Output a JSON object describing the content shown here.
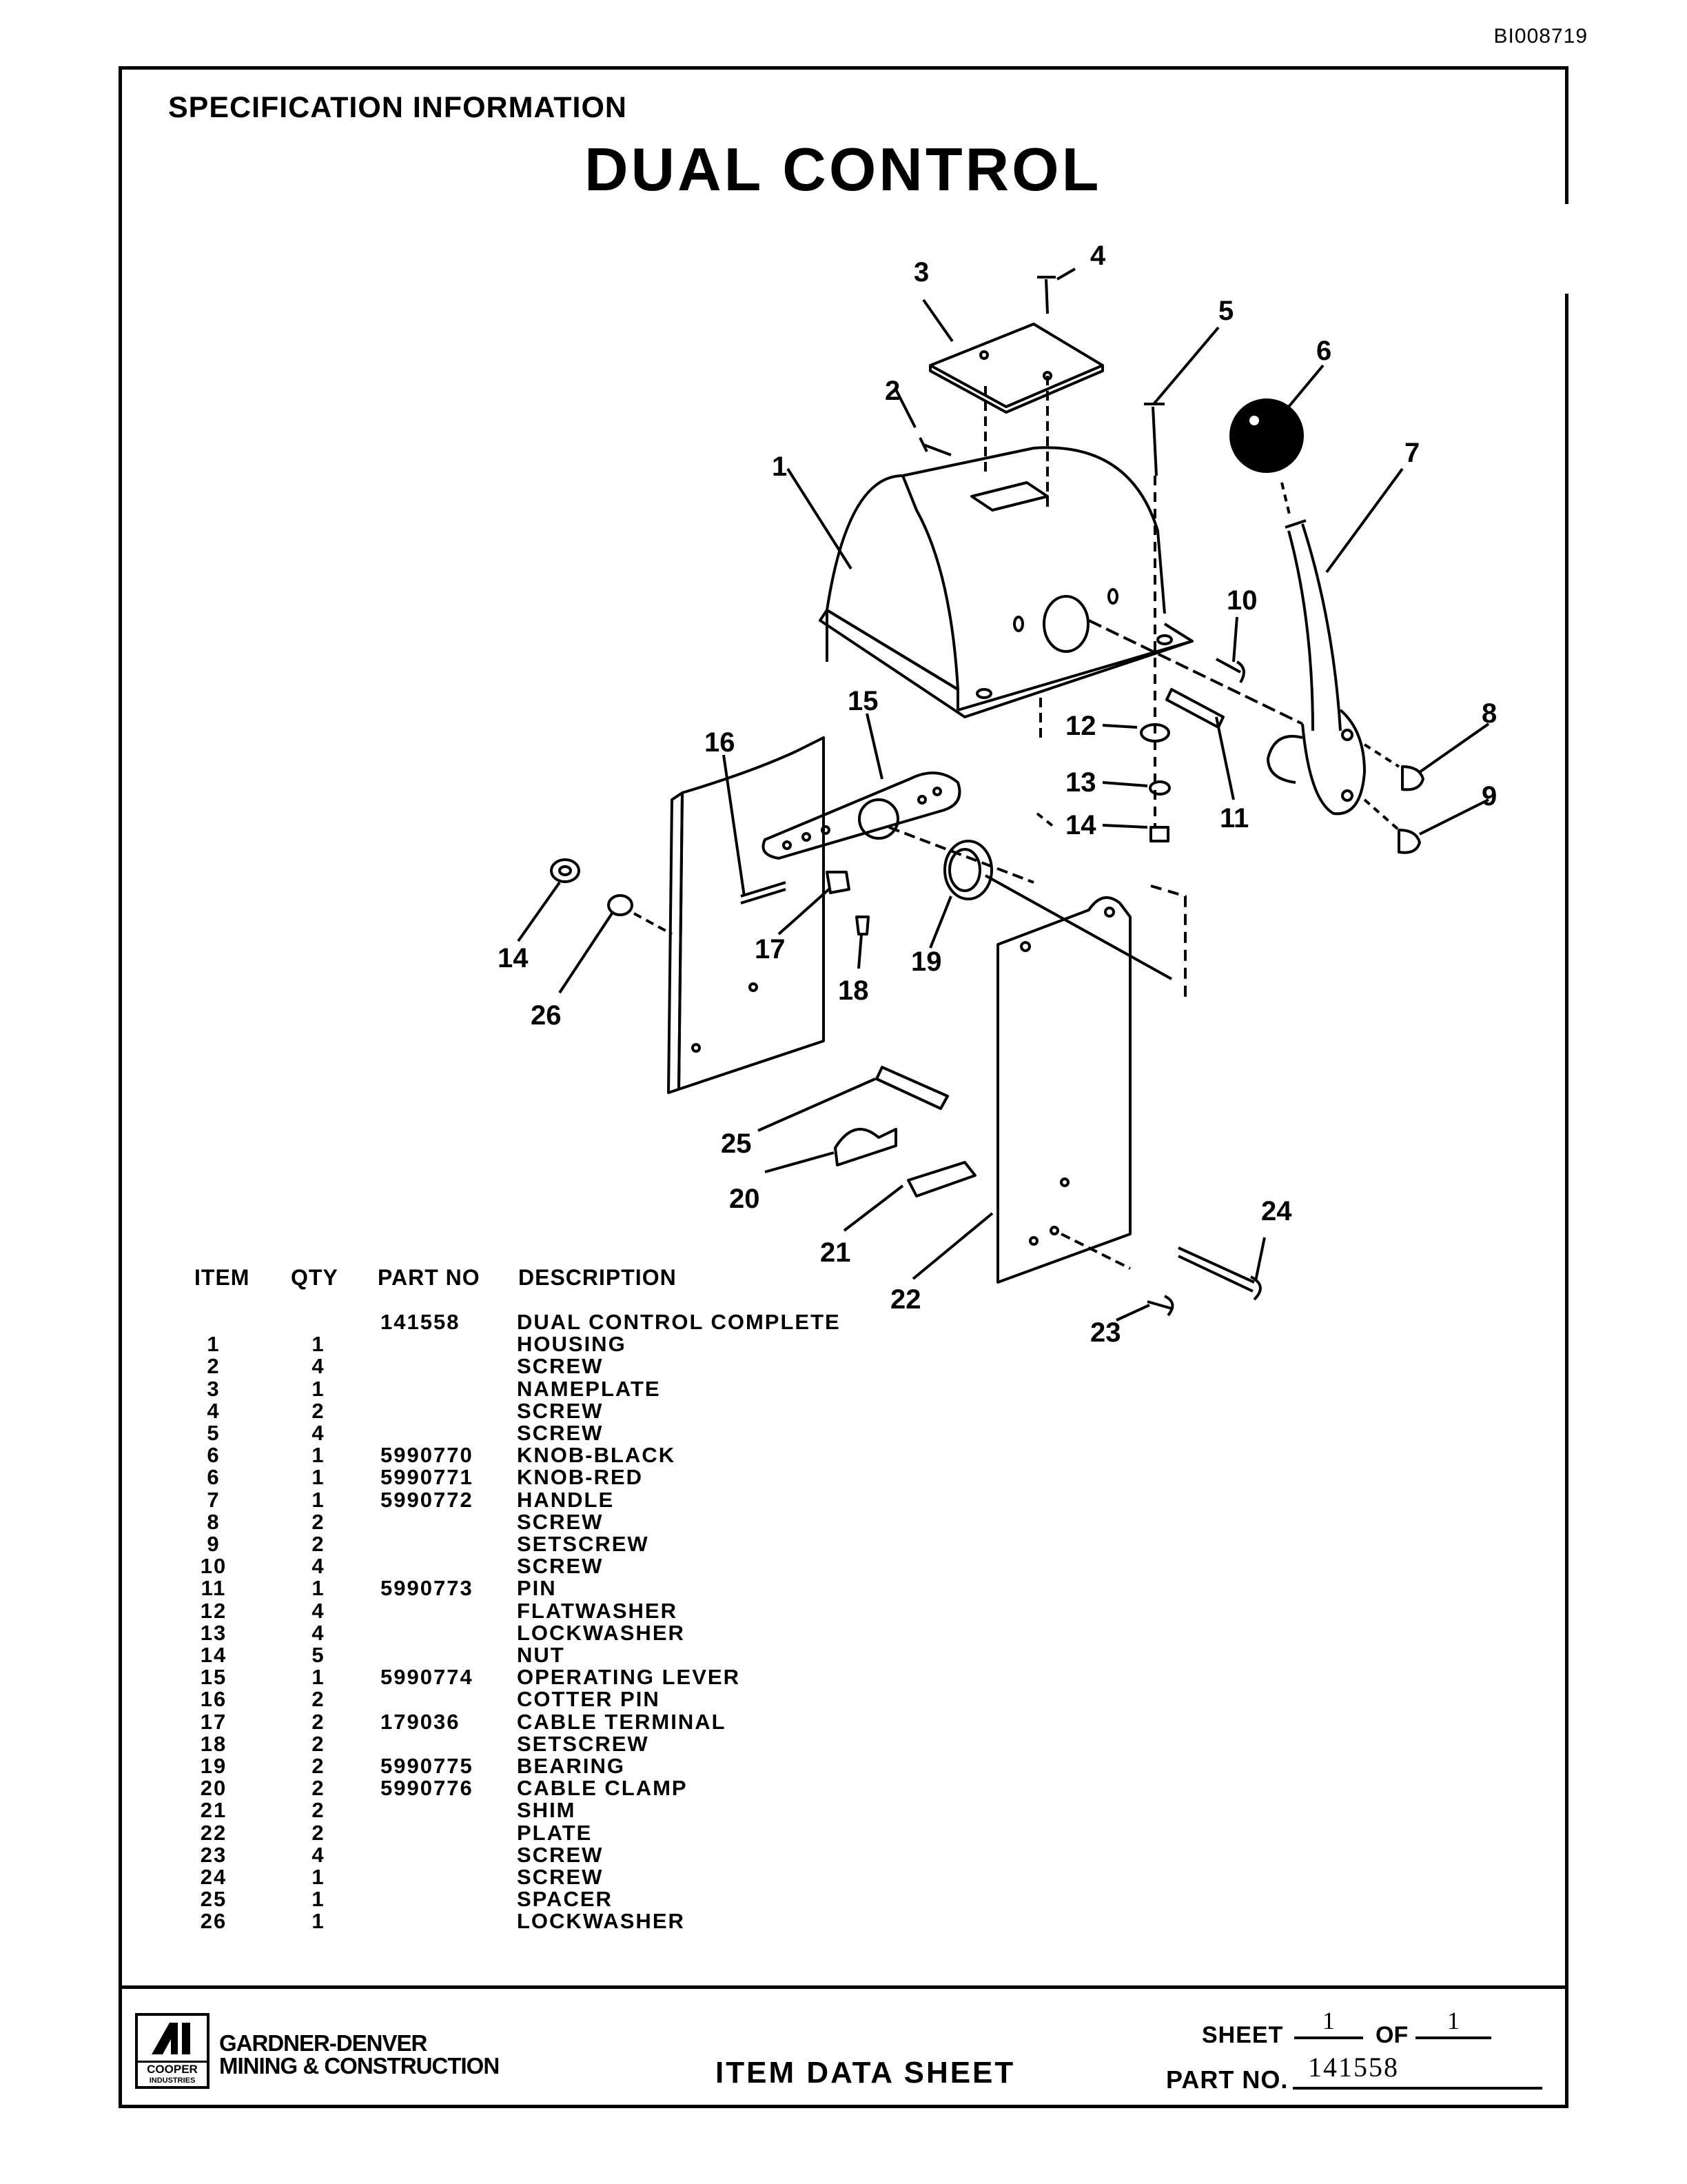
{
  "document_id": "BI008719",
  "header": {
    "section": "SPECIFICATION INFORMATION",
    "title": "DUAL CONTROL"
  },
  "diagram": {
    "callouts": [
      "1",
      "2",
      "3",
      "4",
      "5",
      "6",
      "7",
      "8",
      "9",
      "10",
      "11",
      "12",
      "13",
      "14",
      "14",
      "15",
      "16",
      "17",
      "18",
      "19",
      "20",
      "21",
      "22",
      "23",
      "24",
      "25",
      "26"
    ]
  },
  "parts_table": {
    "headers": {
      "item": "ITEM",
      "qty": "QTY",
      "part_no": "PART NO",
      "description": "DESCRIPTION"
    },
    "assembly": {
      "part_no": "141558",
      "description": "DUAL CONTROL COMPLETE"
    },
    "rows": [
      {
        "item": "1",
        "qty": "1",
        "part_no": "",
        "description": "HOUSING"
      },
      {
        "item": "2",
        "qty": "4",
        "part_no": "",
        "description": "SCREW"
      },
      {
        "item": "3",
        "qty": "1",
        "part_no": "",
        "description": "NAMEPLATE"
      },
      {
        "item": "4",
        "qty": "2",
        "part_no": "",
        "description": "SCREW"
      },
      {
        "item": "5",
        "qty": "4",
        "part_no": "",
        "description": "SCREW"
      },
      {
        "item": "6",
        "qty": "1",
        "part_no": "5990770",
        "description": "KNOB-BLACK"
      },
      {
        "item": "6",
        "qty": "1",
        "part_no": "5990771",
        "description": "KNOB-RED"
      },
      {
        "item": "7",
        "qty": "1",
        "part_no": "5990772",
        "description": "HANDLE"
      },
      {
        "item": "8",
        "qty": "2",
        "part_no": "",
        "description": "SCREW"
      },
      {
        "item": "9",
        "qty": "2",
        "part_no": "",
        "description": "SETSCREW"
      },
      {
        "item": "10",
        "qty": "4",
        "part_no": "",
        "description": "SCREW"
      },
      {
        "item": "11",
        "qty": "1",
        "part_no": "5990773",
        "description": "PIN"
      },
      {
        "item": "12",
        "qty": "4",
        "part_no": "",
        "description": "FLATWASHER"
      },
      {
        "item": "13",
        "qty": "4",
        "part_no": "",
        "description": "LOCKWASHER"
      },
      {
        "item": "14",
        "qty": "5",
        "part_no": "",
        "description": "NUT"
      },
      {
        "item": "15",
        "qty": "1",
        "part_no": "5990774",
        "description": "OPERATING LEVER"
      },
      {
        "item": "16",
        "qty": "2",
        "part_no": "",
        "description": "COTTER PIN"
      },
      {
        "item": "17",
        "qty": "2",
        "part_no": "179036",
        "description": "CABLE TERMINAL"
      },
      {
        "item": "18",
        "qty": "2",
        "part_no": "",
        "description": "SETSCREW"
      },
      {
        "item": "19",
        "qty": "2",
        "part_no": "5990775",
        "description": "BEARING"
      },
      {
        "item": "20",
        "qty": "2",
        "part_no": "5990776",
        "description": "CABLE CLAMP"
      },
      {
        "item": "21",
        "qty": "2",
        "part_no": "",
        "description": "SHIM"
      },
      {
        "item": "22",
        "qty": "2",
        "part_no": "",
        "description": "PLATE"
      },
      {
        "item": "23",
        "qty": "4",
        "part_no": "",
        "description": "SCREW"
      },
      {
        "item": "24",
        "qty": "1",
        "part_no": "",
        "description": "SCREW"
      },
      {
        "item": "25",
        "qty": "1",
        "part_no": "",
        "description": "SPACER"
      },
      {
        "item": "26",
        "qty": "1",
        "part_no": "",
        "description": "LOCKWASHER"
      }
    ]
  },
  "footer": {
    "logo_text": "COOPER",
    "logo_subtext": "INDUSTRIES",
    "company_line1": "GARDNER-DENVER",
    "company_line2": "MINING & CONSTRUCTION",
    "doc_type": "ITEM DATA SHEET",
    "sheet_label": "SHEET",
    "sheet_value": "1",
    "of_label": "OF",
    "of_value": "1",
    "part_label": "PART NO.",
    "part_value": "141558"
  }
}
